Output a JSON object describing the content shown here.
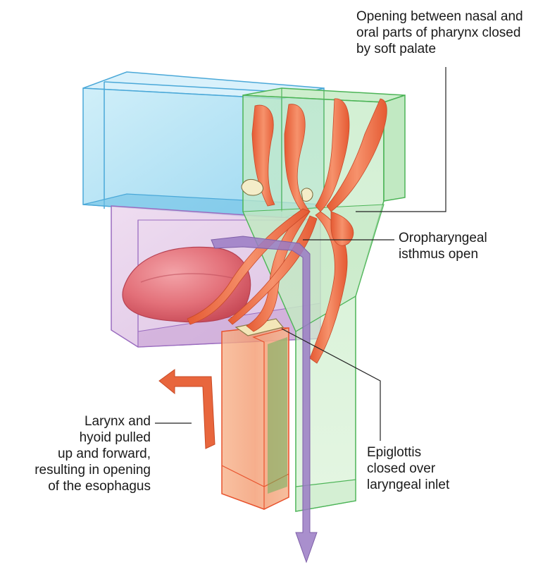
{
  "colors": {
    "nasal_box": "#5ab4e0",
    "oral_box": "#a77cc0",
    "pharynx_box": "#5cc067",
    "larynx_box": "#e8532e",
    "muscle": "#f0744c",
    "tongue": "#e3707a",
    "air_arrow": "#9a7bc4"
  },
  "labels": {
    "palate": [
      "Opening between nasal and",
      "oral parts of pharynx closed",
      "by soft palate"
    ],
    "isthmus": [
      "Oropharyngeal",
      "isthmus open"
    ],
    "epiglottis": [
      "Epiglottis",
      "closed over",
      "laryngeal inlet"
    ],
    "larynx": [
      "Larynx and",
      "hyoid pulled",
      "up and forward,",
      "resulting in opening",
      "of the esophagus"
    ]
  }
}
